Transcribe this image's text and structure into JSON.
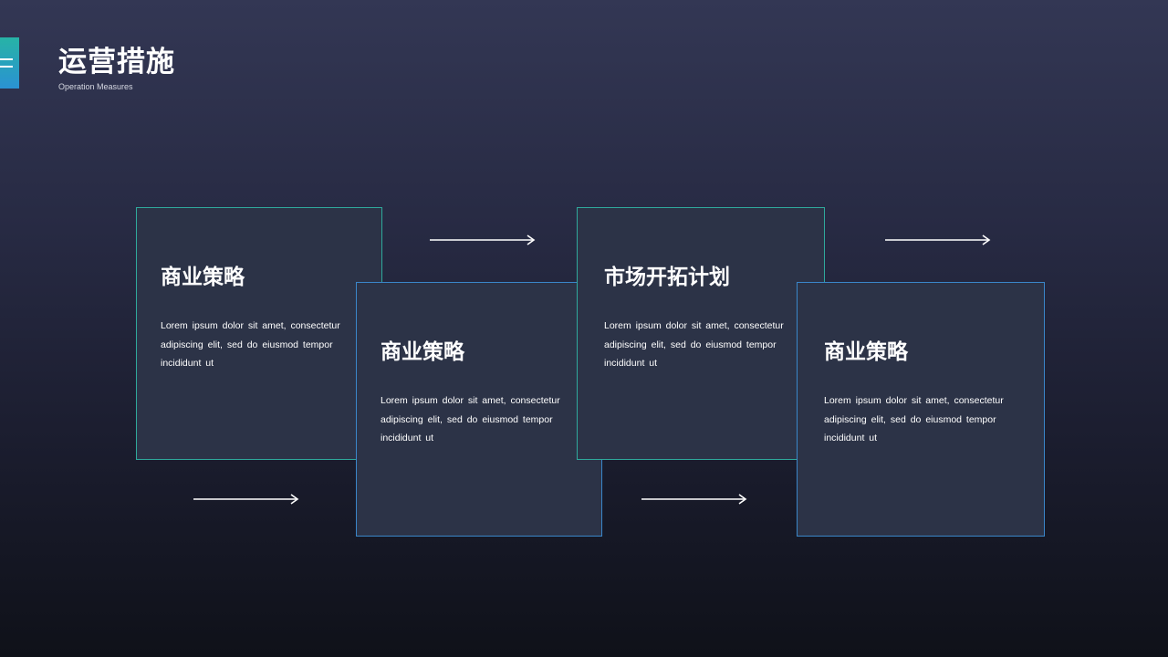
{
  "header": {
    "title": "运营措施",
    "subtitle": "Operation Measures"
  },
  "colors": {
    "card_border_teal": "#2fa99c",
    "card_border_blue": "#3a86c9",
    "card_fill": "#2c3347",
    "menu_tab_gradient": [
      "#27b3a6",
      "#2a92d3"
    ]
  },
  "icons": [
    "menu-icon",
    "arrow-right-icon"
  ],
  "cards": [
    {
      "title": "商业策略",
      "body": "Lorem  ipsum  dolor sit amet, consectetur adipiscing elit, sed do eiusmod tempor incididunt ut"
    },
    {
      "title": "商业策略",
      "body": "Lorem  ipsum  dolor sit amet, consectetur adipiscing elit, sed do eiusmod tempor incididunt ut"
    },
    {
      "title": "市场开拓计划",
      "body": "Lorem  ipsum  dolor sit amet, consectetur adipiscing elit, sed do eiusmod tempor incididunt ut"
    },
    {
      "title": "商业策略",
      "body": "Lorem  ipsum  dolor sit amet, consectetur adipiscing elit, sed do eiusmod tempor incididunt ut"
    }
  ]
}
